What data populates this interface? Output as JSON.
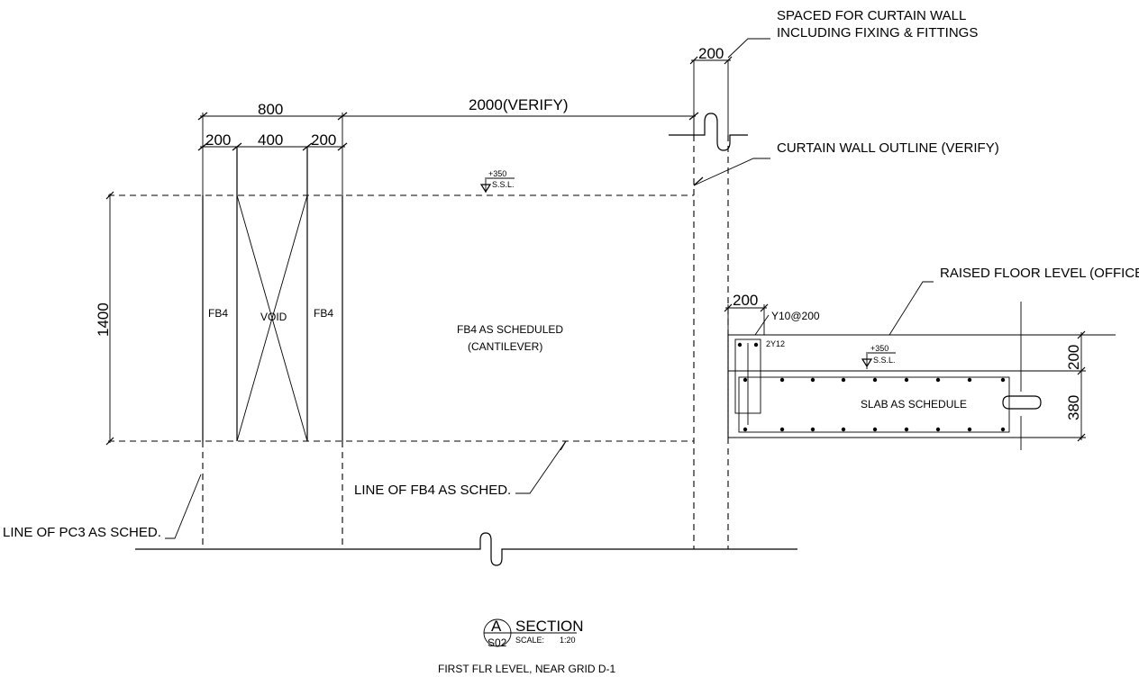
{
  "notes": {
    "curtain_wall_space_line1": "SPACED FOR CURTAIN WALL",
    "curtain_wall_space_line2": "INCLUDING FIXING & FITTINGS",
    "curtain_wall_outline": "CURTAIN WALL OUTLINE (VERIFY)",
    "raised_floor": "RAISED FLOOR LEVEL (OFFICE)",
    "line_fb4": "LINE OF FB4 AS SCHED.",
    "line_pc3": "LINE OF PC3 AS SCHED."
  },
  "dimensions": {
    "d200_top": "200",
    "d800": "800",
    "d2000": "2000(VERIFY)",
    "d200_a": "200",
    "d400": "400",
    "d200_b": "200",
    "d1400": "1400",
    "d200_slab_w": "200",
    "d200_slab_h": "200",
    "d380": "380"
  },
  "labels": {
    "fb4_left": "FB4",
    "void": "VOID",
    "fb4_right": "FB4",
    "fb4_scheduled_line1": "FB4 AS SCHEDULED",
    "fb4_scheduled_line2": "(CANTILEVER)",
    "slab": "SLAB AS SCHEDULE",
    "rebar_link": "Y10@200",
    "rebar_main": "2Y12"
  },
  "levels": {
    "main_value": "+350",
    "main_ref": "S.S.L.",
    "slab_value": "+350",
    "slab_ref": "S.S.L."
  },
  "title_block": {
    "marker_letter": "A",
    "sheet_ref": "S02",
    "title": "SECTION",
    "scale_label": "SCALE:",
    "scale_value": "1:20",
    "subtitle": "FIRST FLR LEVEL, NEAR GRID D-1"
  }
}
